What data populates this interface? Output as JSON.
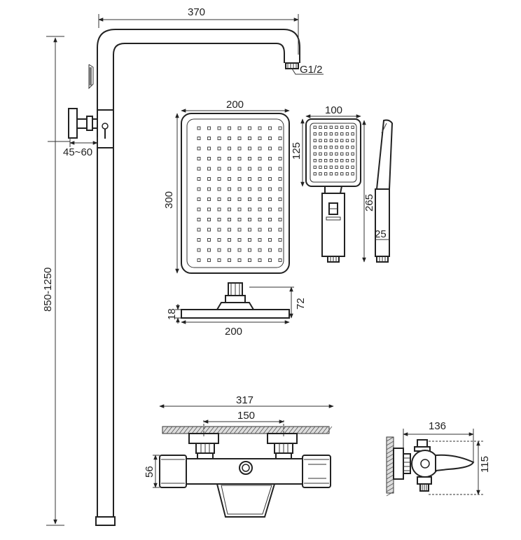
{
  "dimensions": {
    "arm_width": "370",
    "inlet_thread": "G1/2",
    "wall_offset": "45~60",
    "rail_height": "850-1250",
    "head_width_top": "200",
    "head_height": "300",
    "head_width_bottom": "200",
    "head_depth": "18",
    "head_total_height": "72",
    "hand_width": "100",
    "hand_face_height": "125",
    "hand_length": "265",
    "hand_handle_width": "25",
    "mixer_width": "317",
    "mixer_centers": "150",
    "mixer_height": "56",
    "side_depth": "136",
    "side_height": "115"
  }
}
